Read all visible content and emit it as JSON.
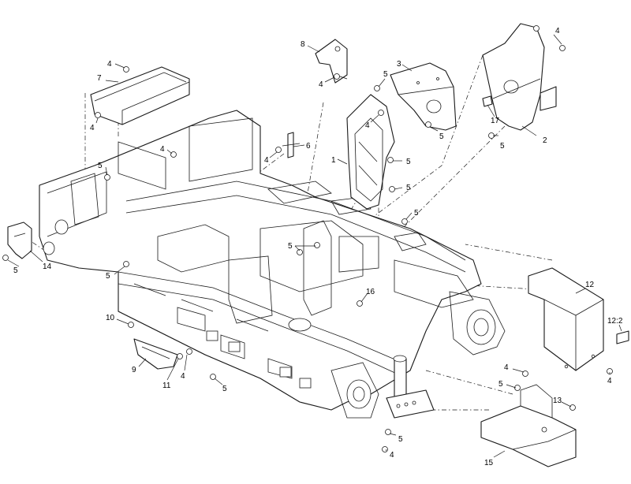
{
  "callouts": [
    {
      "text": "1"
    },
    {
      "text": "2"
    },
    {
      "text": "3"
    },
    {
      "text": "4"
    },
    {
      "text": "4"
    },
    {
      "text": "4"
    },
    {
      "text": "4"
    },
    {
      "text": "4"
    },
    {
      "text": "4"
    },
    {
      "text": "4"
    },
    {
      "text": "4"
    },
    {
      "text": "4"
    },
    {
      "text": "4"
    },
    {
      "text": "4"
    },
    {
      "text": "5"
    },
    {
      "text": "5"
    },
    {
      "text": "5"
    },
    {
      "text": "5"
    },
    {
      "text": "5"
    },
    {
      "text": "5"
    },
    {
      "text": "5"
    },
    {
      "text": "5"
    },
    {
      "text": "5"
    },
    {
      "text": "5"
    },
    {
      "text": "5"
    },
    {
      "text": "5"
    },
    {
      "text": "6"
    },
    {
      "text": "7"
    },
    {
      "text": "8"
    },
    {
      "text": "9"
    },
    {
      "text": "10"
    },
    {
      "text": "11"
    },
    {
      "text": "12"
    },
    {
      "text": "12:2"
    },
    {
      "text": "13"
    },
    {
      "text": "14"
    },
    {
      "text": "15"
    },
    {
      "text": "16"
    },
    {
      "text": "17"
    }
  ]
}
